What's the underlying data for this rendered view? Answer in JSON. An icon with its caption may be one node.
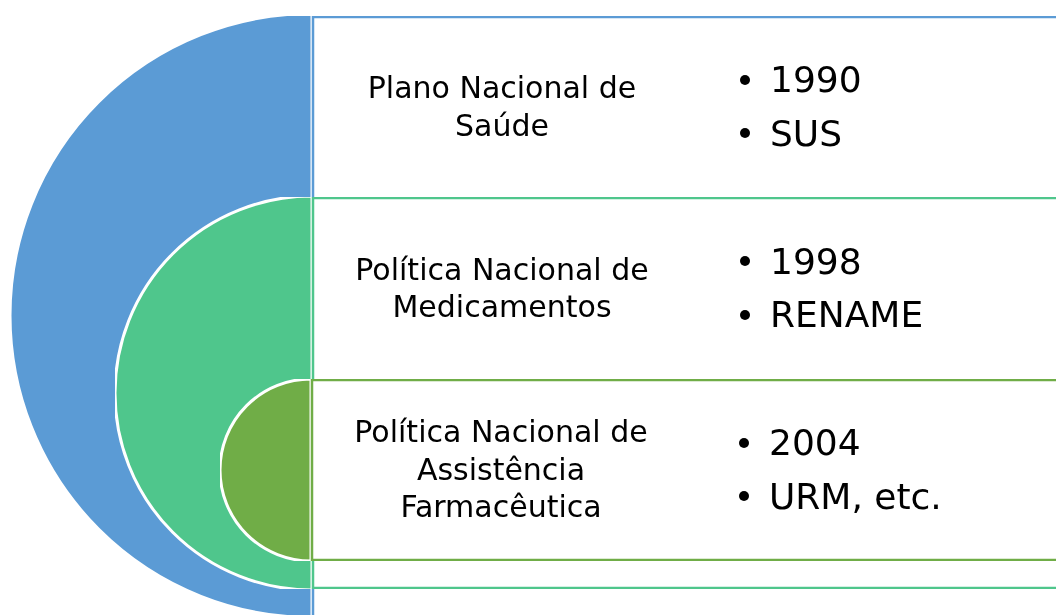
{
  "diagram": {
    "nodes": [
      {
        "text": [
          "Plano Nacional de Saúde",
          "1990",
          "SUS"
        ]
      },
      {
        "text": [
          "Política Nacional de Medicamentos",
          "1998",
          "RENAME"
        ],
        "in": 0
      },
      {
        "text": [
          "Política Nacional de Assistência Farmacêutica",
          "2004",
          "URM, etc."
        ],
        "in": 1
      }
    ]
  }
}
